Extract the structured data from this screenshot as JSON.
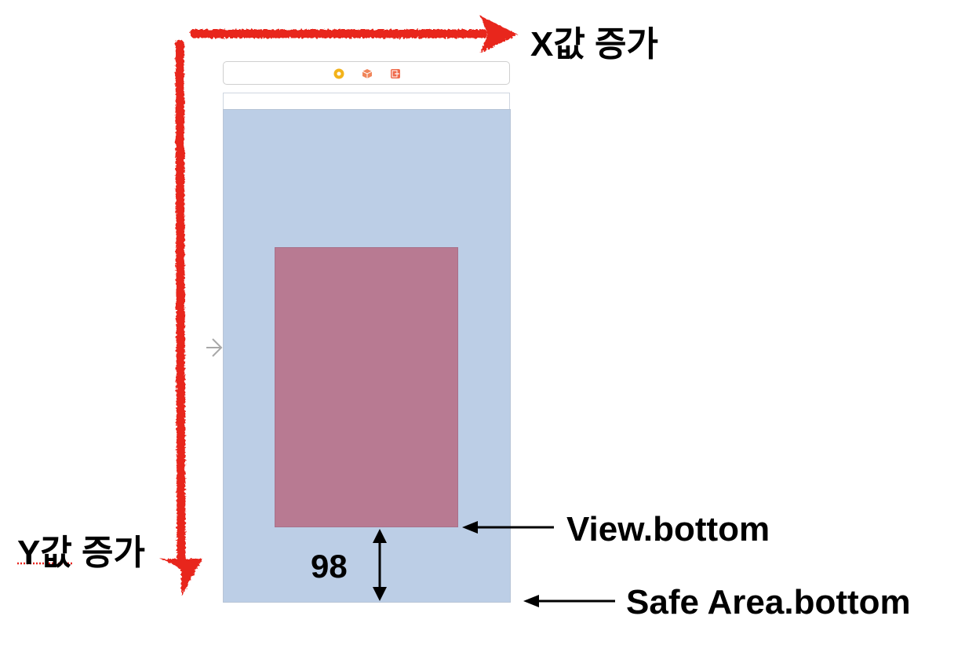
{
  "annotations": {
    "x_axis": "X값 증가",
    "y_axis": "Y값 증가",
    "view_bottom": "View.bottom",
    "safe_area_bottom": "Safe Area.bottom",
    "distance": "98"
  },
  "scene_dock": {
    "icons": [
      "view-controller-icon",
      "first-responder-icon",
      "exit-icon"
    ]
  },
  "colors": {
    "arrow_red": "#e8261f",
    "root_view": "#bccee6",
    "subview": "#b87a92",
    "view_controller_icon": "#f3b31b",
    "first_responder_icon": "#f0855a",
    "exit_icon": "#ef6a4b"
  }
}
